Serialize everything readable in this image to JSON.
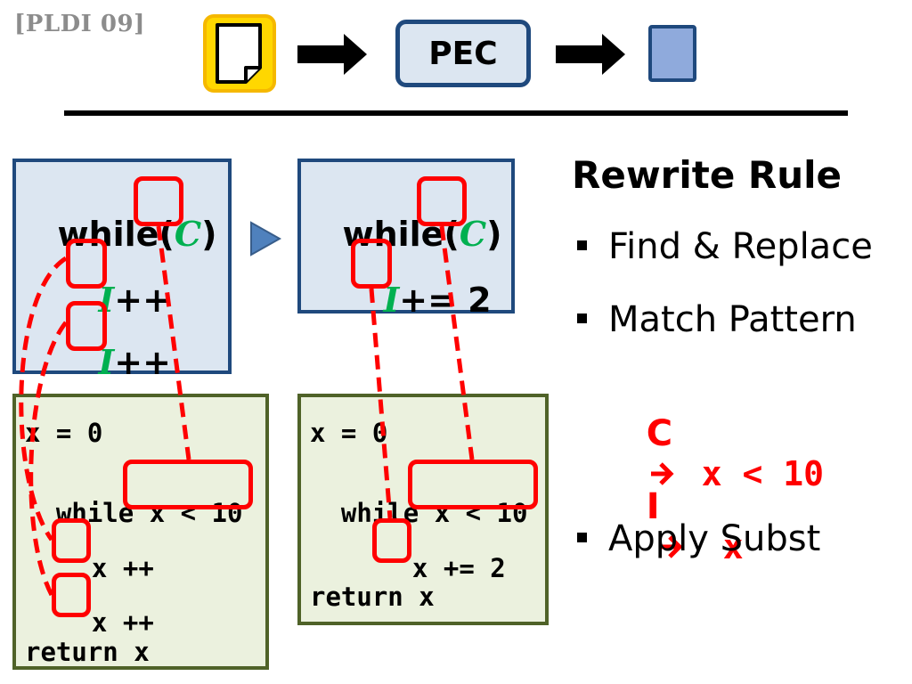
{
  "header": {
    "citation": "[PLDI 09]",
    "pipeline_label": "PEC"
  },
  "pattern_left": {
    "line1_prefix": "while(",
    "line1_meta": "C",
    "line1_suffix": ")",
    "line2_meta": "I",
    "line2_suffix": "++",
    "line3_meta": "I",
    "line3_suffix": "++"
  },
  "pattern_right": {
    "line1_prefix": "while(",
    "line1_meta": "C",
    "line1_suffix": ")",
    "line2_meta": "I",
    "line2_suffix": "+= 2"
  },
  "code_left": {
    "line1": "x = 0",
    "line2_kw": "while",
    "line2_cond": "x < 10",
    "line3_var": "x",
    "line3_op": "++",
    "line4_var": "x",
    "line4_op": "++",
    "line5": "return x"
  },
  "code_right": {
    "line1": "x = 0",
    "line2_kw": "while",
    "line2_cond": "x < 10",
    "line3_var": "x",
    "line3_op": "+= 2",
    "line4": "return x"
  },
  "rule_panel": {
    "title": "Rewrite Rule",
    "bullet1": "Find & Replace",
    "bullet2": "Match Pattern",
    "subst1_lhs": "C",
    "subst1_rhs": "x < 10",
    "subst2_lhs": "I",
    "subst2_rhs": "x",
    "bullet3": "Apply Subst"
  },
  "colors": {
    "highlight": "#ff0000",
    "meta_var": "#00b050",
    "pattern_fill": "#dce6f1",
    "pattern_border": "#1f497d",
    "code_fill": "#ebf1de",
    "code_border": "#4f6228",
    "doc_fill": "#ffd700",
    "output_fill": "#8faadc"
  },
  "icons": {
    "document": "document-icon",
    "arrow": "right-arrow-icon",
    "play": "play-triangle-icon",
    "implies": "implies-arrow-icon"
  }
}
